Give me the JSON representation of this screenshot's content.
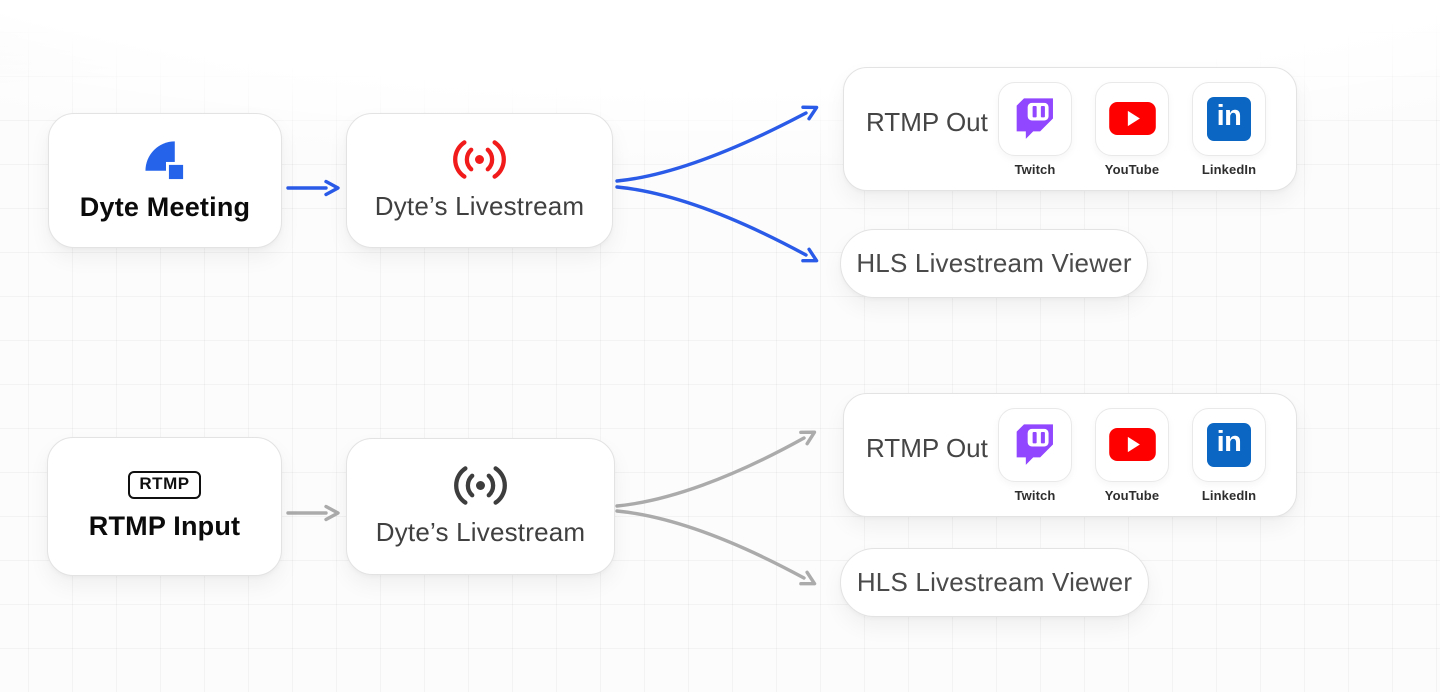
{
  "colors": {
    "accent_blue": "#2a5ae8",
    "arrow_gray": "#ababab",
    "live_red": "#f11b1b",
    "live_dark": "#3d3d3d",
    "dyte_blue": "#2563eb",
    "twitch_purple": "#9146ff",
    "youtube_red": "#ff0000",
    "linkedin_blue": "#0a66c2"
  },
  "flows": [
    {
      "name": "meeting-to-livestream",
      "source": {
        "title": "Dyte Meeting",
        "icon": "dyte-logo-icon"
      },
      "stage": {
        "title": "Dyte’s Livestream",
        "icon": "broadcast-icon",
        "icon_color": "#f11b1b"
      },
      "rtmp_out": {
        "label": "RTMP Out",
        "platforms": [
          {
            "name": "Twitch",
            "icon": "twitch-icon"
          },
          {
            "name": "YouTube",
            "icon": "youtube-icon"
          },
          {
            "name": "LinkedIn",
            "icon": "linkedin-icon",
            "glyph": "in"
          }
        ]
      },
      "hls": {
        "label": "HLS Livestream Viewer"
      }
    },
    {
      "name": "rtmp-input-to-livestream",
      "source": {
        "title": "RTMP Input",
        "badge": "RTMP"
      },
      "stage": {
        "title": "Dyte’s Livestream",
        "icon": "broadcast-icon",
        "icon_color": "#3d3d3d"
      },
      "rtmp_out": {
        "label": "RTMP Out",
        "platforms": [
          {
            "name": "Twitch",
            "icon": "twitch-icon"
          },
          {
            "name": "YouTube",
            "icon": "youtube-icon"
          },
          {
            "name": "LinkedIn",
            "icon": "linkedin-icon",
            "glyph": "in"
          }
        ]
      },
      "hls": {
        "label": "HLS Livestream Viewer"
      }
    }
  ]
}
